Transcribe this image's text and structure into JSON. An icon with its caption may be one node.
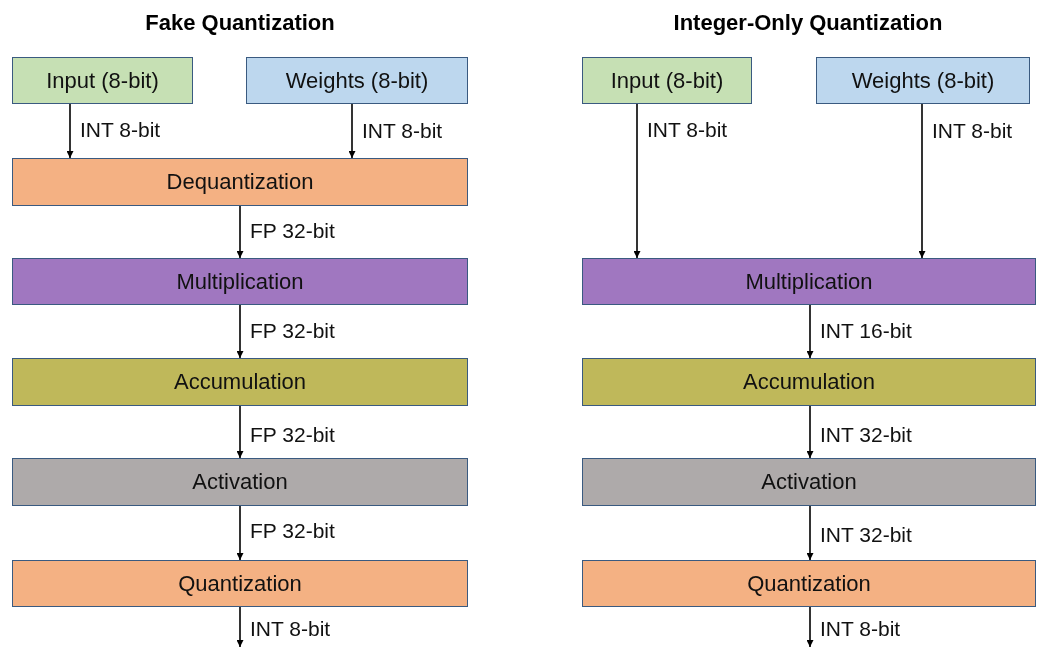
{
  "diagram": {
    "nodes": [
      {
        "text": [
          "Input (8-bit)"
        ]
      },
      {
        "text": [
          "Weights (8-bit)"
        ]
      },
      {
        "text": [
          "Dequantization"
        ]
      },
      {
        "text": [
          "Multiplication"
        ]
      },
      {
        "text": [
          "Accumulation"
        ]
      },
      {
        "text": [
          "Activation"
        ]
      },
      {
        "text": [
          "Quantization"
        ]
      },
      {
        "text": [
          "Input (8-bit)"
        ]
      },
      {
        "text": [
          "Weights (8-bit)"
        ]
      },
      {
        "text": [
          "Multiplication"
        ]
      },
      {
        "text": [
          "Accumulation"
        ]
      },
      {
        "text": [
          "Activation"
        ]
      },
      {
        "text": [
          "Quantization"
        ]
      }
    ],
    "edges": [
      {
        "from": 0,
        "to": 2,
        "arrow": "to",
        "label": "INT 8-bit"
      },
      {
        "from": 1,
        "to": 2,
        "arrow": "to",
        "label": "INT 8-bit"
      },
      {
        "from": 2,
        "to": 3,
        "arrow": "to",
        "label": "FP 32-bit"
      },
      {
        "from": 3,
        "to": 4,
        "arrow": "to",
        "label": "FP 32-bit"
      },
      {
        "from": 4,
        "to": 5,
        "arrow": "to",
        "label": "FP 32-bit"
      },
      {
        "from": 5,
        "to": 6,
        "arrow": "to",
        "label": "FP 32-bit"
      },
      {
        "from": 6,
        "to": null,
        "arrow": "to",
        "label": "INT 8-bit"
      },
      {
        "from": 7,
        "to": 9,
        "arrow": "to",
        "label": "INT 8-bit"
      },
      {
        "from": 8,
        "to": 9,
        "arrow": "to",
        "label": "INT 8-bit"
      },
      {
        "from": 9,
        "to": 10,
        "arrow": "to",
        "label": "INT 16-bit"
      },
      {
        "from": 10,
        "to": 11,
        "arrow": "to",
        "label": "INT 32-bit"
      },
      {
        "from": 11,
        "to": 12,
        "arrow": "to",
        "label": "INT 32-bit"
      },
      {
        "from": 12,
        "to": null,
        "arrow": "to",
        "label": "INT 8-bit"
      }
    ],
    "labels": [
      "Fake Quantization",
      "Integer-Only Quantization"
    ]
  }
}
